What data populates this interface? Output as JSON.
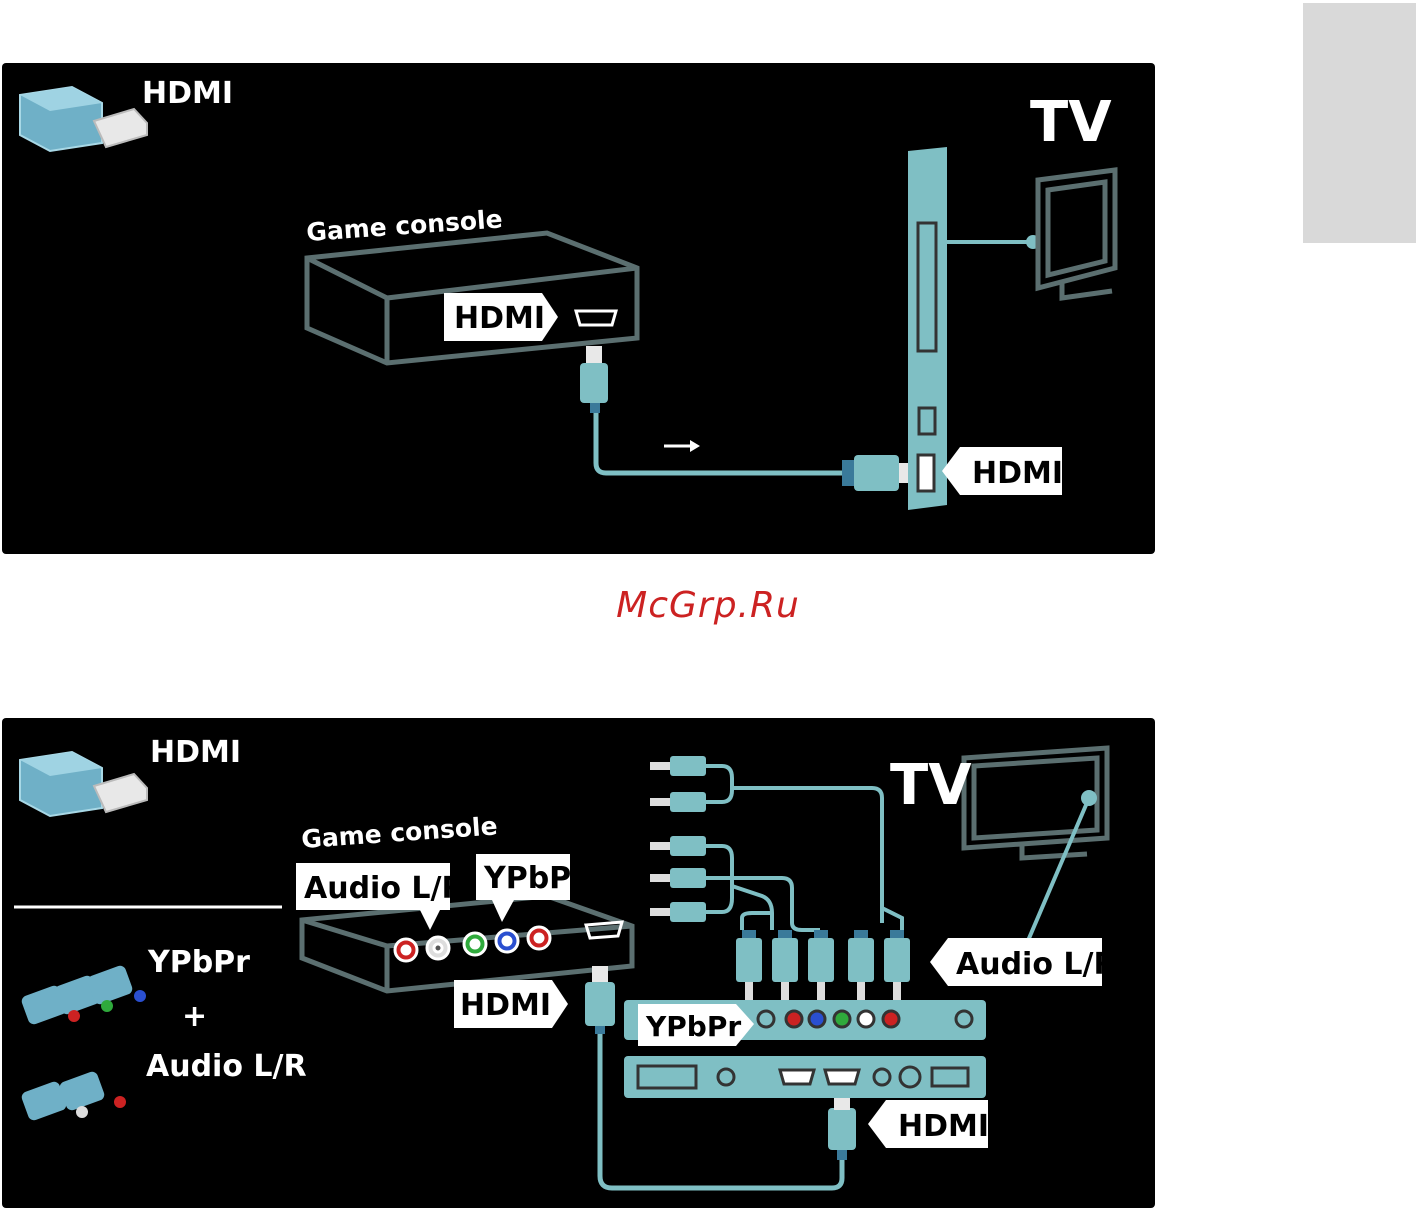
{
  "top": {
    "legend_label": "HDMI",
    "tv_label": "TV",
    "device_label": "Game console",
    "device_port_label": "HDMI",
    "tv_port_label": "HDMI"
  },
  "watermark": "McGrp.Ru",
  "bottom": {
    "legend_hdmi": "HDMI",
    "legend_ypbpr": "YPbPr",
    "legend_plus": "+",
    "legend_audio": "Audio L/R",
    "device_label": "Game console",
    "device_audio_label": "Audio L/R",
    "device_ypbpr_label": "YPbPr",
    "device_hdmi_label": "HDMI",
    "tv_label": "TV",
    "tv_audio_label": "Audio L/R",
    "tv_ypbpr_label": "YPbPr",
    "tv_hdmi_label": "HDMI"
  },
  "colors": {
    "accent": "#7fbfc4",
    "outline": "#5b6f70",
    "port_red": "#cc2222",
    "port_green": "#2faa3c",
    "port_blue": "#2a4fd0",
    "watermark": "#cc2222"
  }
}
